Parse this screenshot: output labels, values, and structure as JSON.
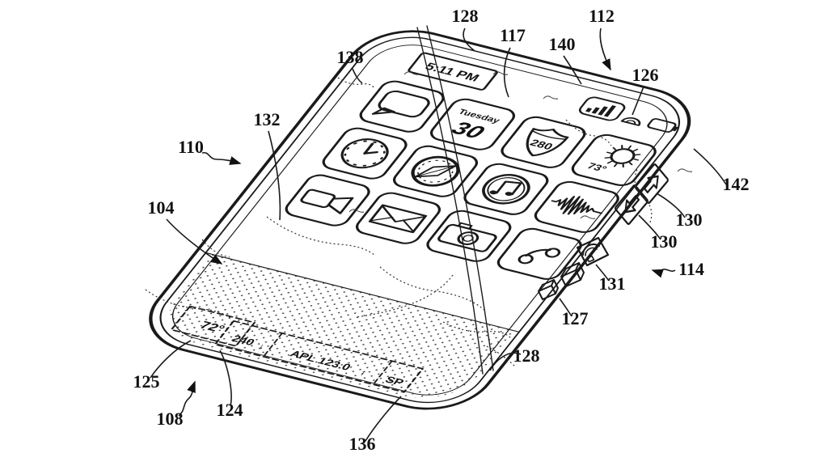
{
  "figure": {
    "kind": "patent-line-drawing",
    "subject": "all-glass smartphone perspective view",
    "colors": {
      "ink": "#1a1a1a",
      "background": "#ffffff"
    }
  },
  "screen": {
    "status_time": "5:11 PM",
    "calendar_weekday": "Tuesday",
    "calendar_day": "30",
    "maps_route": "280",
    "weather_temp": "73°",
    "app_icons": [
      "messages",
      "calendar",
      "maps",
      "weather",
      "clock",
      "compass-browser",
      "music",
      "voice-waveform",
      "video-camera",
      "mail",
      "camera",
      "phone"
    ],
    "status_icons": [
      "signal-bars-icon",
      "earpiece-icon",
      "battery-icon"
    ]
  },
  "bottom_display": {
    "temperature": "72°",
    "altitude": "240",
    "altitude_arrow": "↓",
    "stock_ticker": "APL 123.0",
    "ticker_arrow": "↑",
    "speed_label": "SP"
  },
  "ref_labels": [
    {
      "num": "128"
    },
    {
      "num": "117"
    },
    {
      "num": "140"
    },
    {
      "num": "112"
    },
    {
      "num": "138"
    },
    {
      "num": "126"
    },
    {
      "num": "132"
    },
    {
      "num": "110"
    },
    {
      "num": "104"
    },
    {
      "num": "142"
    },
    {
      "num": "130"
    },
    {
      "num": "130"
    },
    {
      "num": "114"
    },
    {
      "num": "131"
    },
    {
      "num": "127"
    },
    {
      "num": "128"
    },
    {
      "num": "136"
    },
    {
      "num": "125"
    },
    {
      "num": "108"
    },
    {
      "num": "124"
    }
  ]
}
